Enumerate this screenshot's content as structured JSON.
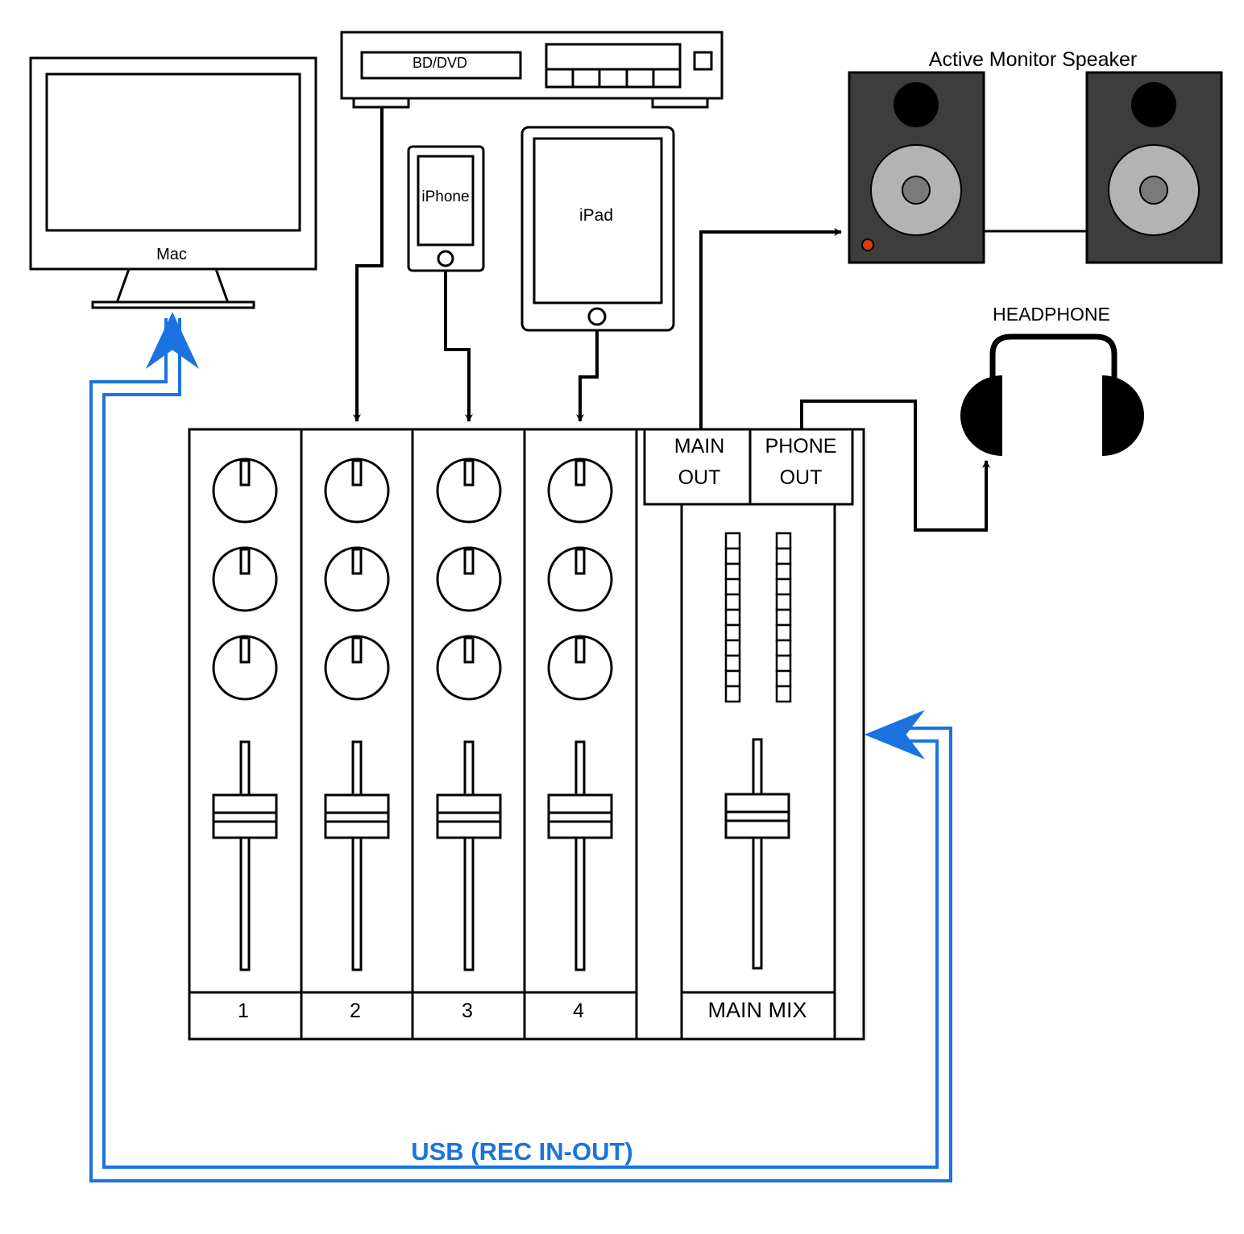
{
  "labels": {
    "mac": "Mac",
    "bd_dvd": "BD/DVD",
    "iphone": "iPhone",
    "ipad": "iPad",
    "speaker": "Active Monitor Speaker",
    "headphone": "HEADPHONE",
    "main_out_1": "MAIN",
    "main_out_2": "OUT",
    "phone_out_1": "PHONE",
    "phone_out_2": "OUT",
    "main_mix": "MAIN MIX",
    "usb": "USB (REC IN-OUT)"
  },
  "channels": [
    "1",
    "2",
    "3",
    "4"
  ],
  "colors": {
    "usb": "#1a73e0",
    "speaker_body": "#3d3d3d",
    "speaker_cone": "#b3b3b3",
    "speaker_led": "#e03a0a"
  }
}
